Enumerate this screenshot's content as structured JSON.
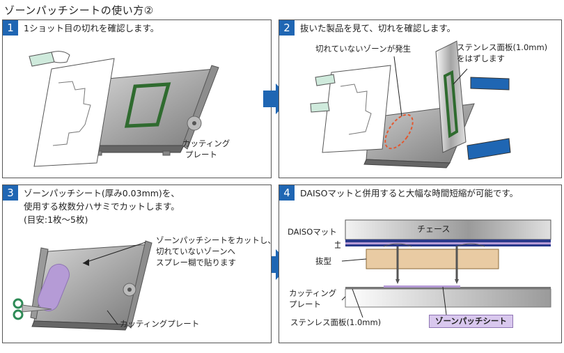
{
  "title": "ゾーンパッチシートの使い方②",
  "colors": {
    "accent": "#1f66b3",
    "steel": "#8a8a8a",
    "seal": "#2f6b2f",
    "sheet": "#b59bd6",
    "plywood": "#e9cba3"
  },
  "steps": [
    {
      "number": "1",
      "text": "1ショット目の切れを確認します。",
      "labels": [
        "カッティング",
        "プレート"
      ]
    },
    {
      "number": "2",
      "text": "抜いた製品を見て、切れを確認します。",
      "labels": [
        "切れていないゾーンが発生",
        "ステンレス面板(1.0mm)",
        "をはずします"
      ]
    },
    {
      "number": "3",
      "lines": [
        "ゾーンパッチシート(厚み0.03mm)を、",
        "使用する枚数分ハサミでカットします。",
        "(目安:1枚〜5枚)"
      ],
      "labels": [
        "ゾーンパッチシートをカットし、",
        "切れていないゾーンへ",
        "スプレー糊で貼ります",
        "カッティングプレート"
      ]
    },
    {
      "number": "4",
      "text": "DAISOマットと併用すると大幅な時間短縮が可能です。",
      "labels": {
        "chase": "チェース",
        "daiso": "DAISOマット",
        "die": "抜型",
        "cut1": "カッティング",
        "cut2": "プレート",
        "steel": "ステンレス面板(1.0mm)",
        "zone": "ゾーンパッチシート"
      }
    }
  ]
}
